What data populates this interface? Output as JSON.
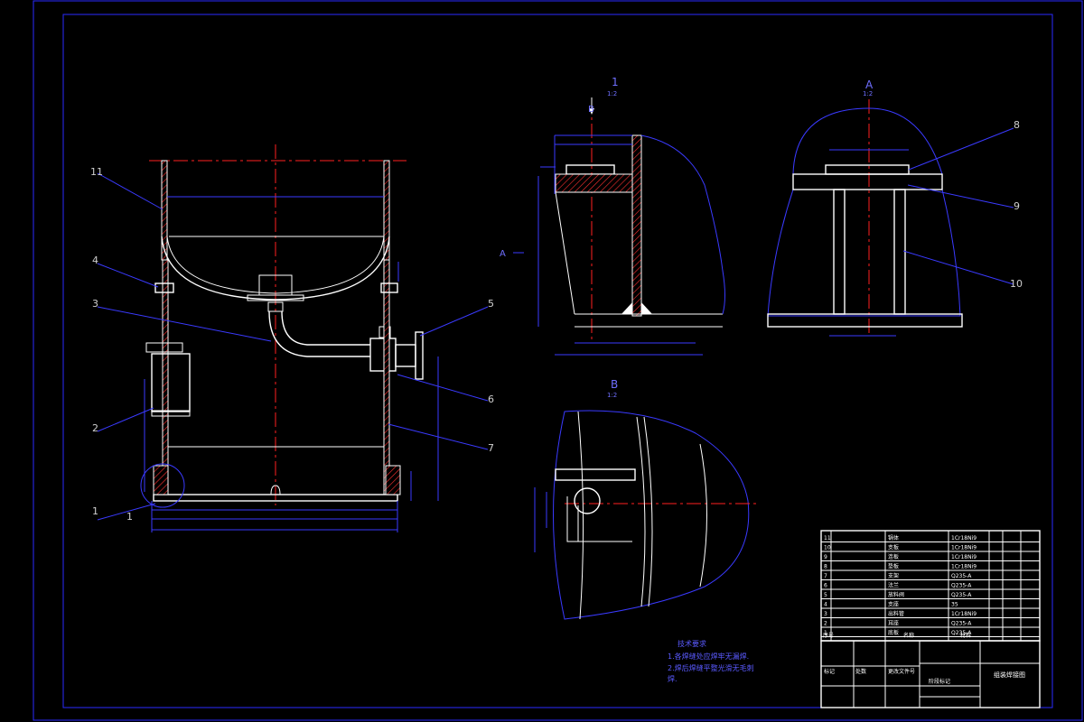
{
  "drawing": {
    "part_numbers": [
      "11",
      "4",
      "3",
      "2",
      "1",
      "5",
      "6",
      "7",
      "8",
      "9",
      "10"
    ],
    "detail_marker": "1",
    "views": {
      "detail_1": {
        "label": "1",
        "scale": "1:2"
      },
      "section_a": {
        "label": "A",
        "scale": "1:2"
      },
      "view_b": {
        "label": "B",
        "scale": "1:2"
      },
      "view_b_arrow": "B",
      "view_a_arrow": "A"
    },
    "tech_requirements": {
      "title": "技术要求",
      "items": [
        "1.各焊缝处应焊牢无漏焊.",
        "2.焊后焊缝平整光滑无毛刺",
        "焊."
      ]
    },
    "title_block": {
      "drawing_name": "组装焊接图",
      "bom_rows": [
        {
          "no": "11",
          "name": "锅体",
          "material": "1Cr18Ni9"
        },
        {
          "no": "10",
          "name": "支板",
          "material": "1Cr18Ni9"
        },
        {
          "no": "9",
          "name": "连板",
          "material": "1Cr18Ni9"
        },
        {
          "no": "8",
          "name": "垫板",
          "material": "1Cr18Ni9"
        },
        {
          "no": "7",
          "name": "支架",
          "material": "Q235-A"
        },
        {
          "no": "6",
          "name": "法兰",
          "material": "Q235-A"
        },
        {
          "no": "5",
          "name": "放料阀",
          "material": "Q235-A"
        },
        {
          "no": "4",
          "name": "支座",
          "material": "35"
        },
        {
          "no": "3",
          "name": "出料管",
          "material": "1Cr18Ni9"
        },
        {
          "no": "2",
          "name": "耳座",
          "material": "Q235-A"
        },
        {
          "no": "1",
          "name": "底板",
          "material": "Q235-A"
        }
      ],
      "header": {
        "no": "序号",
        "name": "名称",
        "material": "材料"
      },
      "sign_row": [
        "标记",
        "处数",
        "更改文件号"
      ],
      "stage": "阶段标记"
    }
  }
}
